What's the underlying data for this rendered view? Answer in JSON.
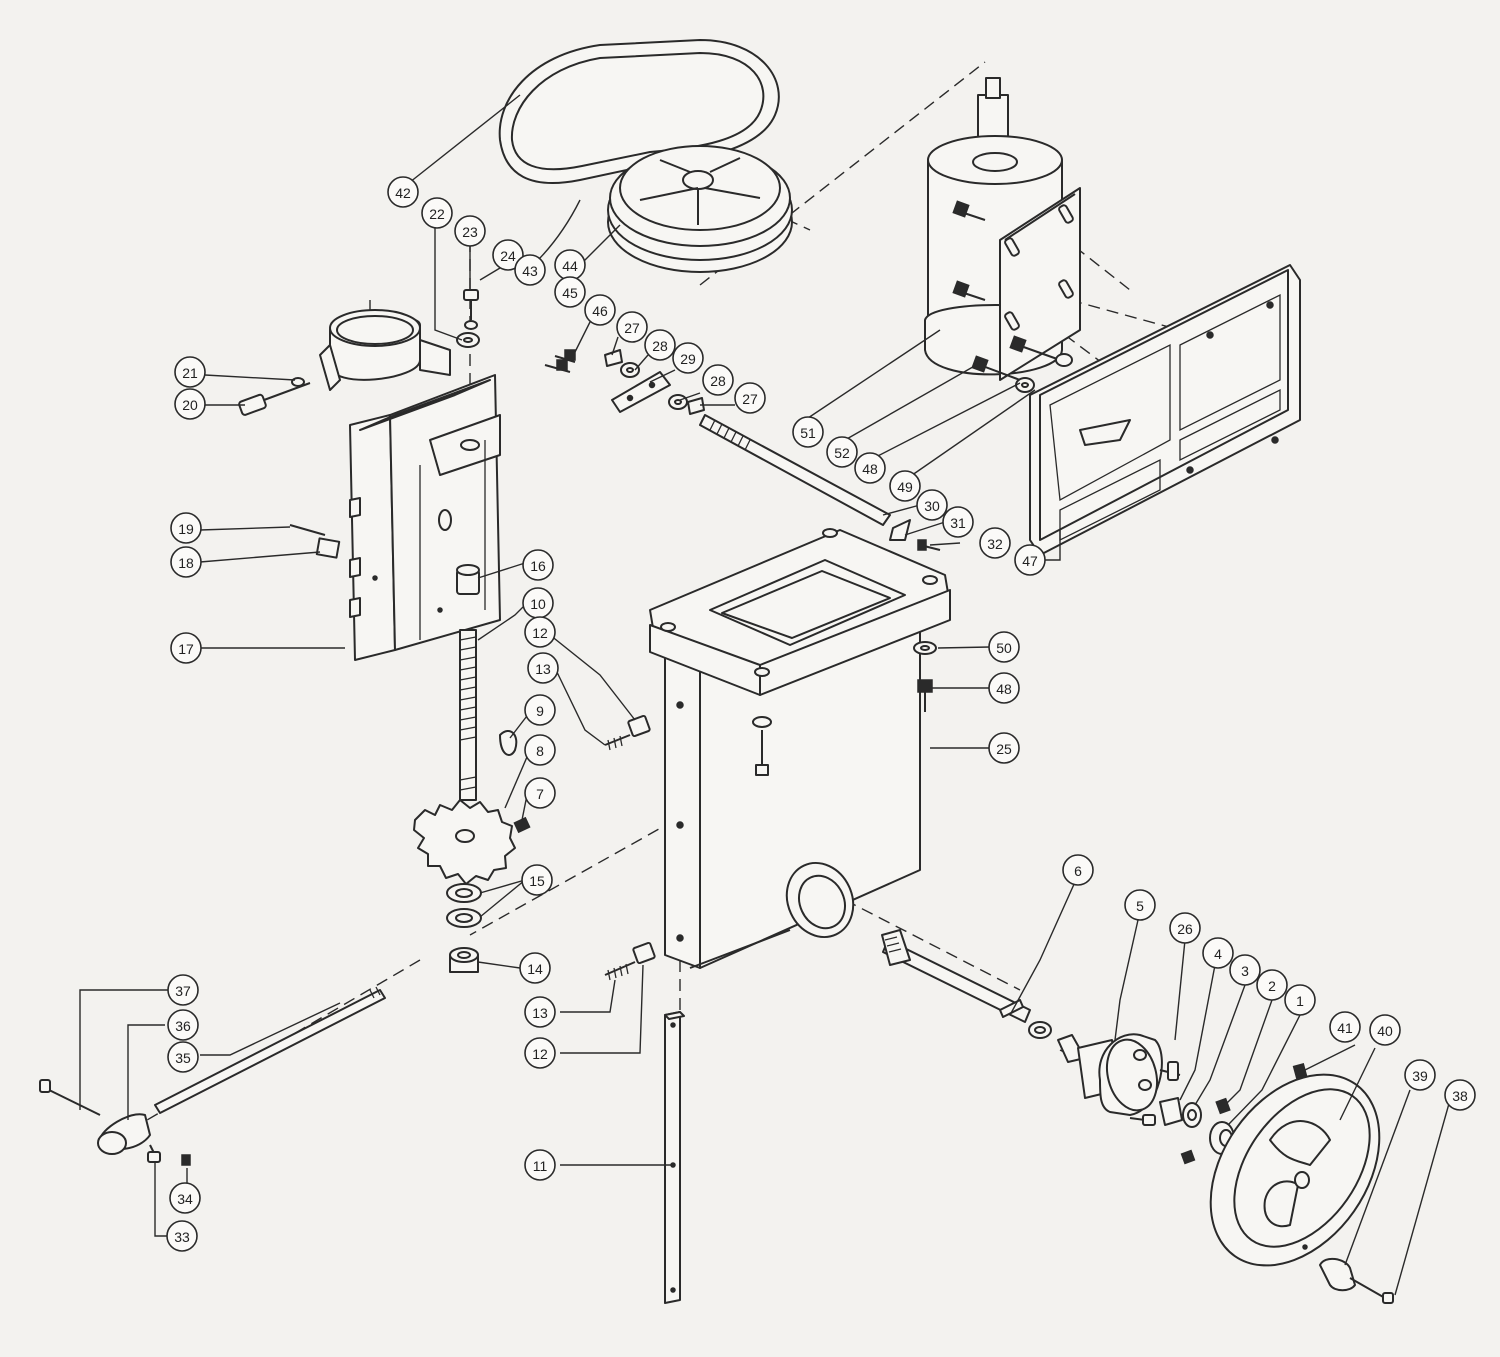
{
  "diagram": {
    "callouts": [
      {
        "id": "c42",
        "label": "42"
      },
      {
        "id": "c22",
        "label": "22"
      },
      {
        "id": "c23",
        "label": "23"
      },
      {
        "id": "c24",
        "label": "24"
      },
      {
        "id": "c43",
        "label": "43"
      },
      {
        "id": "c44",
        "label": "44"
      },
      {
        "id": "c45",
        "label": "45"
      },
      {
        "id": "c21",
        "label": "21"
      },
      {
        "id": "c20",
        "label": "20"
      },
      {
        "id": "c46",
        "label": "46"
      },
      {
        "id": "c27a",
        "label": "27"
      },
      {
        "id": "c28a",
        "label": "28"
      },
      {
        "id": "c29",
        "label": "29"
      },
      {
        "id": "c28b",
        "label": "28"
      },
      {
        "id": "c27b",
        "label": "27"
      },
      {
        "id": "c51",
        "label": "51"
      },
      {
        "id": "c52",
        "label": "52"
      },
      {
        "id": "c48a",
        "label": "48"
      },
      {
        "id": "c49",
        "label": "49"
      },
      {
        "id": "c30",
        "label": "30"
      },
      {
        "id": "c31",
        "label": "31"
      },
      {
        "id": "c32",
        "label": "32"
      },
      {
        "id": "c47",
        "label": "47"
      },
      {
        "id": "c19",
        "label": "19"
      },
      {
        "id": "c18",
        "label": "18"
      },
      {
        "id": "c16",
        "label": "16"
      },
      {
        "id": "c10",
        "label": "10"
      },
      {
        "id": "c17",
        "label": "17"
      },
      {
        "id": "c12a",
        "label": "12"
      },
      {
        "id": "c13a",
        "label": "13"
      },
      {
        "id": "c9",
        "label": "9"
      },
      {
        "id": "c8",
        "label": "8"
      },
      {
        "id": "c7",
        "label": "7"
      },
      {
        "id": "c50",
        "label": "50"
      },
      {
        "id": "c48b",
        "label": "48"
      },
      {
        "id": "c25",
        "label": "25"
      },
      {
        "id": "c15",
        "label": "15"
      },
      {
        "id": "c14",
        "label": "14"
      },
      {
        "id": "c6",
        "label": "6"
      },
      {
        "id": "c5",
        "label": "5"
      },
      {
        "id": "c26",
        "label": "26"
      },
      {
        "id": "c4",
        "label": "4"
      },
      {
        "id": "c3",
        "label": "3"
      },
      {
        "id": "c2",
        "label": "2"
      },
      {
        "id": "c1",
        "label": "1"
      },
      {
        "id": "c37",
        "label": "37"
      },
      {
        "id": "c36",
        "label": "36"
      },
      {
        "id": "c35",
        "label": "35"
      },
      {
        "id": "c13b",
        "label": "13"
      },
      {
        "id": "c12b",
        "label": "12"
      },
      {
        "id": "c11",
        "label": "11"
      },
      {
        "id": "c41",
        "label": "41"
      },
      {
        "id": "c40",
        "label": "40"
      },
      {
        "id": "c39",
        "label": "39"
      },
      {
        "id": "c38",
        "label": "38"
      },
      {
        "id": "c34",
        "label": "34"
      },
      {
        "id": "c33",
        "label": "33"
      }
    ]
  }
}
